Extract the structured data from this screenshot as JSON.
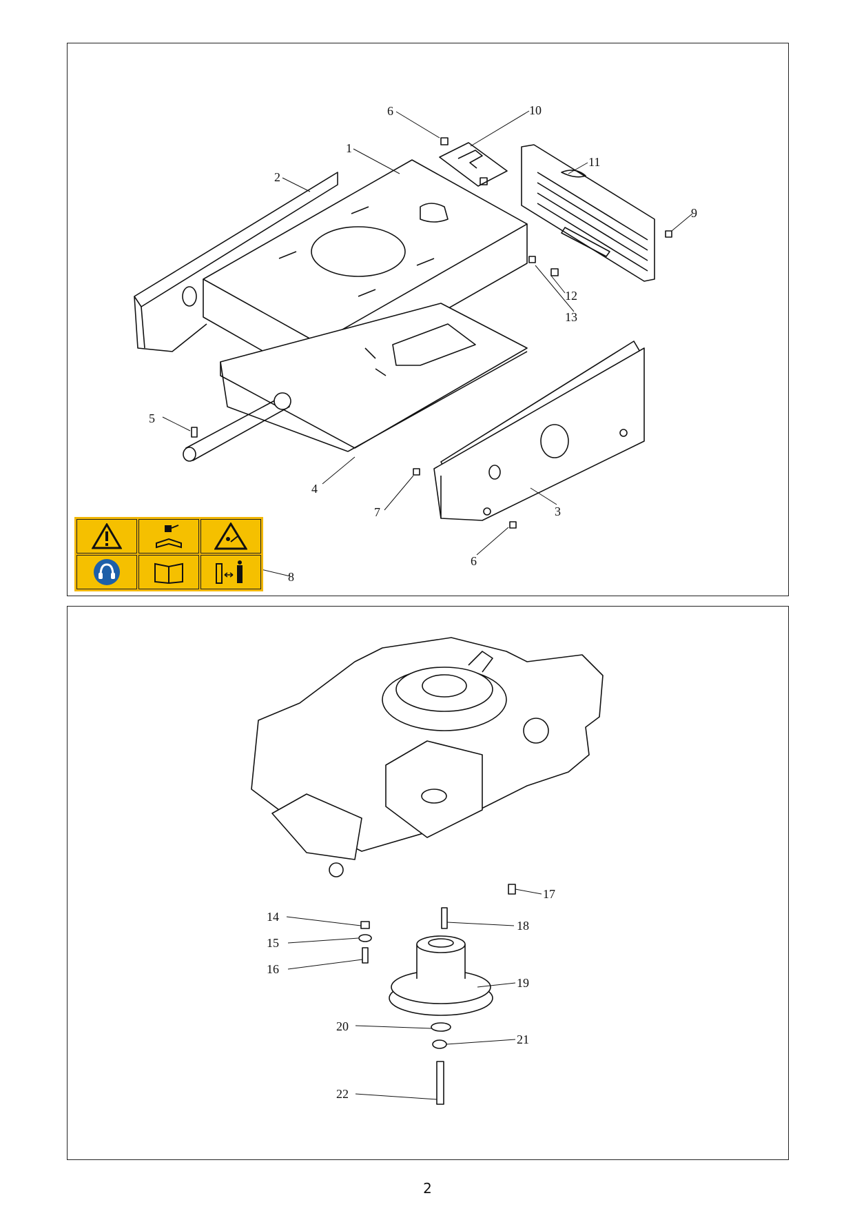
{
  "top_panel": {
    "callouts": [
      "1",
      "2",
      "3",
      "4",
      "5",
      "6",
      "6",
      "7",
      "8",
      "9",
      "10",
      "11",
      "12",
      "13"
    ]
  },
  "bottom_panel": {
    "callouts": [
      "14",
      "15",
      "16",
      "17",
      "18",
      "19",
      "20",
      "21",
      "22"
    ]
  },
  "decal": {
    "icons": [
      "warning-triangle-icon",
      "read-manual-wrench-icon",
      "thrown-object-hazard-icon",
      "ear-protection-icon",
      "open-book-icon",
      "keep-distance-icon"
    ],
    "colors": {
      "background": "#f2b705",
      "ear_protection": "#1d5fa8"
    }
  },
  "page_number": "2"
}
